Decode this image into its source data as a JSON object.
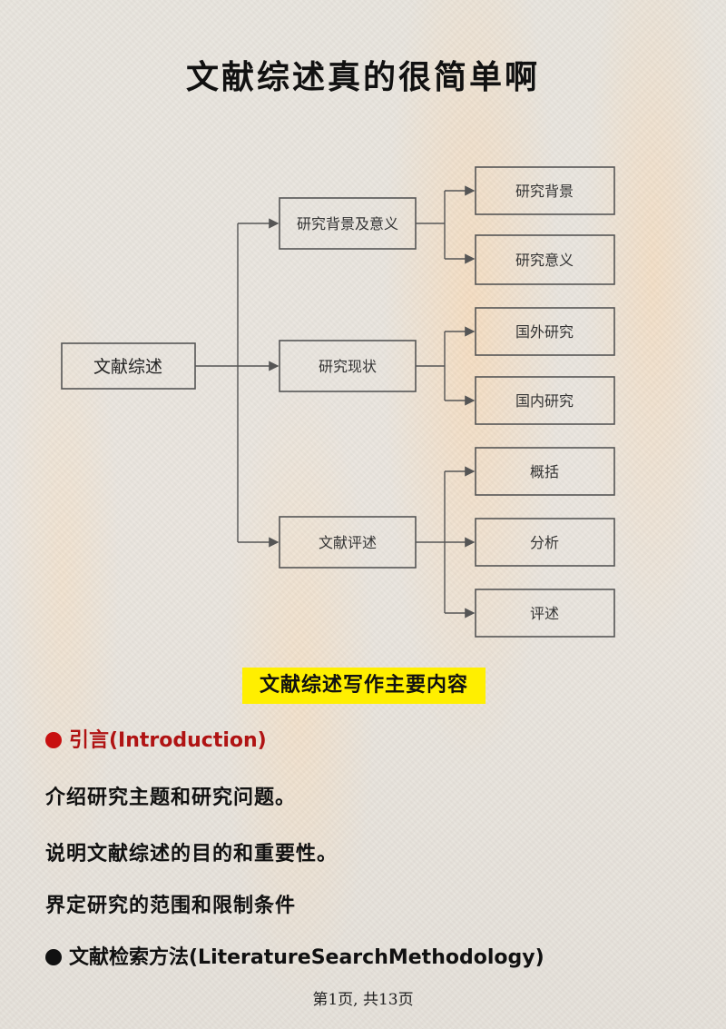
{
  "title": "文献综述真的很简单啊",
  "diagram": {
    "root": "文献综述",
    "level1": [
      "研究背景及意义",
      "研究现状",
      "文献评述"
    ],
    "level2": [
      [
        "研究背景",
        "研究意义"
      ],
      [
        "国外研究",
        "国内研究"
      ],
      [
        "概括",
        "分析",
        "评述"
      ]
    ]
  },
  "subtitle": "文献综述写作主要内容",
  "sections": [
    {
      "heading": "引言(Introduction)",
      "bullet_color": "#c81010",
      "lines": [
        "介绍研究主题和研究问题。",
        "说明文献综述的目的和重要性。",
        "界定研究的范围和限制条件"
      ]
    },
    {
      "heading": "文献检索方法(LiteratureSearchMethodology)",
      "bullet_color": "#111111",
      "lines": []
    }
  ],
  "footer": "第1页, 共13页",
  "colors": {
    "highlight": "#ffef00",
    "accent_red": "#b01313"
  }
}
